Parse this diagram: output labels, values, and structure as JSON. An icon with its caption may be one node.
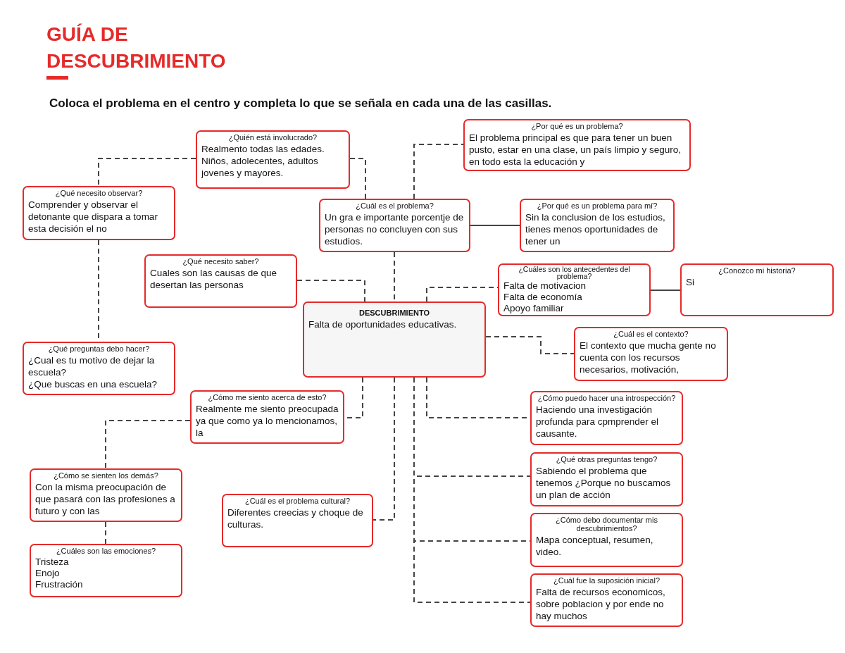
{
  "diagram": {
    "title": "GUÍA DE DESCUBRIMIENTO",
    "nodes": [
      {
        "text": [
          "¿Quién está involucrado?",
          "Realmento todas las edades. Niños, adolecentes, adultos jovenes y mayores."
        ]
      },
      {
        "text": [
          "¿Por qué es un problema?",
          "El problema principal es que para tener un buen pusto, estar en una clase, un país limpio y seguro, en todo esta la educación y"
        ]
      },
      {
        "text": [
          "¿Qué necesito observar?",
          "Comprender y observar el detonante que dispara a tomar esta decisión el no"
        ]
      },
      {
        "text": [
          "¿Cuál es el problema?",
          "Un gra e importante porcentje de personas no concluyen con sus estudios."
        ]
      },
      {
        "text": [
          "¿Por qué es un problema para mí?",
          "Sin la conclusion de los estudios, tienes menos oportunidades de tener un"
        ]
      },
      {
        "text": [
          "¿Qué necesito saber?",
          "Cuales son las causas de que desertan las personas"
        ]
      },
      {
        "text": [
          "¿Cuáles son los antecedentes del problema?",
          "Falta de motivacion",
          "Falta de economía",
          "Apoyo familiar"
        ]
      },
      {
        "text": [
          "¿Conozco mi historia?",
          "Si"
        ]
      },
      {
        "text": [
          "DESCUBRIMIENTO",
          "Falta de oportunidades educativas."
        ]
      },
      {
        "text": [
          "¿Cuál es el contexto?",
          "El contexto que mucha gente no cuenta con los recursos necesarios, motivación,"
        ]
      },
      {
        "text": [
          "¿Qué preguntas debo hacer?",
          "¿Cual es tu motivo de dejar la escuela?",
          "¿Que buscas en una escuela?"
        ]
      },
      {
        "text": [
          "¿Cómo me siento acerca de esto?",
          "Realmente me siento preocupada ya que como ya lo mencionamos, la"
        ]
      },
      {
        "text": [
          "¿Cómo puedo hacer una introspección?",
          "Haciendo una investigación profunda para cpmprender el causante."
        ]
      },
      {
        "text": [
          "¿Qué otras preguntas tengo?",
          "Sabiendo el problema que tenemos ¿Porque no buscamos un plan de acción"
        ]
      },
      {
        "text": [
          "¿Cómo se sienten los demás?",
          "Con la misma preocupación de que pasará con las profesiones a futuro y con las"
        ]
      },
      {
        "text": [
          "¿Cuál es el problema cultural?",
          "Diferentes creecias y choque de culturas."
        ]
      },
      {
        "text": [
          "¿Cómo debo documentar mis descubrimientos?",
          "Mapa conceptual, resumen, video."
        ]
      },
      {
        "text": [
          "¿Cuáles son las emociones?",
          "Tristeza",
          "Enojo",
          "Frustración"
        ]
      },
      {
        "text": [
          "¿Cuál fue la suposición inicial?",
          "Falta de recursos economicos, sobre poblacion y por ende no hay muchos"
        ]
      }
    ],
    "edges": [
      {
        "from": 0,
        "to": 3,
        "arrow": "none",
        "style": "dashed"
      },
      {
        "from": 0,
        "to": 2,
        "arrow": "none",
        "style": "dashed"
      },
      {
        "from": 2,
        "to": 10,
        "arrow": "none",
        "style": "dashed"
      },
      {
        "from": 3,
        "to": 1,
        "arrow": "none",
        "style": "dashed"
      },
      {
        "from": 3,
        "to": 4,
        "arrow": "none"
      },
      {
        "from": 3,
        "to": 8,
        "arrow": "none",
        "style": "dashed"
      },
      {
        "from": 5,
        "to": 8,
        "arrow": "none",
        "style": "dashed"
      },
      {
        "from": 8,
        "to": 6,
        "arrow": "none",
        "style": "dashed"
      },
      {
        "from": 6,
        "to": 7,
        "arrow": "none"
      },
      {
        "from": 8,
        "to": 9,
        "arrow": "none",
        "style": "dashed"
      },
      {
        "from": 8,
        "to": 11,
        "arrow": "none",
        "style": "dashed"
      },
      {
        "from": 11,
        "to": 14,
        "arrow": "none",
        "style": "dashed"
      },
      {
        "from": 14,
        "to": 17,
        "arrow": "none",
        "style": "dashed"
      },
      {
        "from": 8,
        "to": 15,
        "arrow": "none",
        "style": "dashed"
      },
      {
        "from": 8,
        "to": 12,
        "arrow": "none",
        "style": "dashed"
      },
      {
        "from": 8,
        "to": 13,
        "arrow": "none",
        "style": "dashed"
      },
      {
        "from": 8,
        "to": 16,
        "arrow": "none",
        "style": "dashed"
      },
      {
        "from": 8,
        "to": 18,
        "arrow": "none",
        "style": "dashed"
      }
    ],
    "labels": [
      "Coloca el problema en el centro y completa lo que se señala en cada una de las casillas."
    ]
  }
}
